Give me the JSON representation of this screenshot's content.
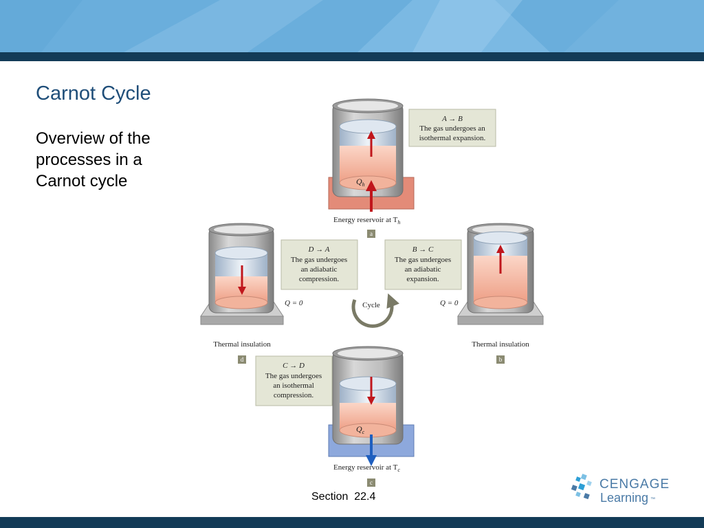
{
  "slide": {
    "title": "Carnot Cycle",
    "body_lines": [
      "Overview of the",
      "processes in a",
      "Carnot cycle"
    ],
    "section": "Section  22.4"
  },
  "diagram": {
    "panels": {
      "a": {
        "tag": "a",
        "process_from": "A",
        "process_to": "B",
        "caption_lines": [
          "The gas undergoes an",
          "isothermal expansion."
        ],
        "heat_label": "Q",
        "heat_sub": "h",
        "reservoir_label": "Energy reservoir at T",
        "reservoir_sub": "h"
      },
      "b": {
        "tag": "b",
        "process_from": "B",
        "process_to": "C",
        "caption_lines": [
          "The gas undergoes",
          "an adiabatic",
          "expansion."
        ],
        "q_label": "Q = 0",
        "base_label": "Thermal insulation"
      },
      "c": {
        "tag": "c",
        "process_from": "C",
        "process_to": "D",
        "caption_lines": [
          "The gas undergoes",
          "an isothermal",
          "compression."
        ],
        "heat_label": "Q",
        "heat_sub": "c",
        "reservoir_label": "Energy reservoir at T",
        "reservoir_sub": "c"
      },
      "d": {
        "tag": "d",
        "process_from": "D",
        "process_to": "A",
        "caption_lines": [
          "The gas undergoes",
          "an adiabatic",
          "compression."
        ],
        "q_label": "Q = 0",
        "base_label": "Thermal insulation"
      }
    },
    "cycle_label": "Cycle",
    "colors": {
      "gas": "#f4b8a2",
      "hot_reservoir": "#e38b78",
      "cold_reservoir": "#8da8dc",
      "insulation": "#c8c8c8",
      "caption_box": "#e4e6d6",
      "arrow_red": "#c0161c",
      "arrow_blue": "#1f5fbf",
      "tag": "#8b8b72"
    }
  },
  "logo": {
    "line1": "CENGAGE",
    "line2": "Learning",
    "tm": "™",
    "color": "#4a7aa6",
    "accent": "#2e9fd6"
  }
}
